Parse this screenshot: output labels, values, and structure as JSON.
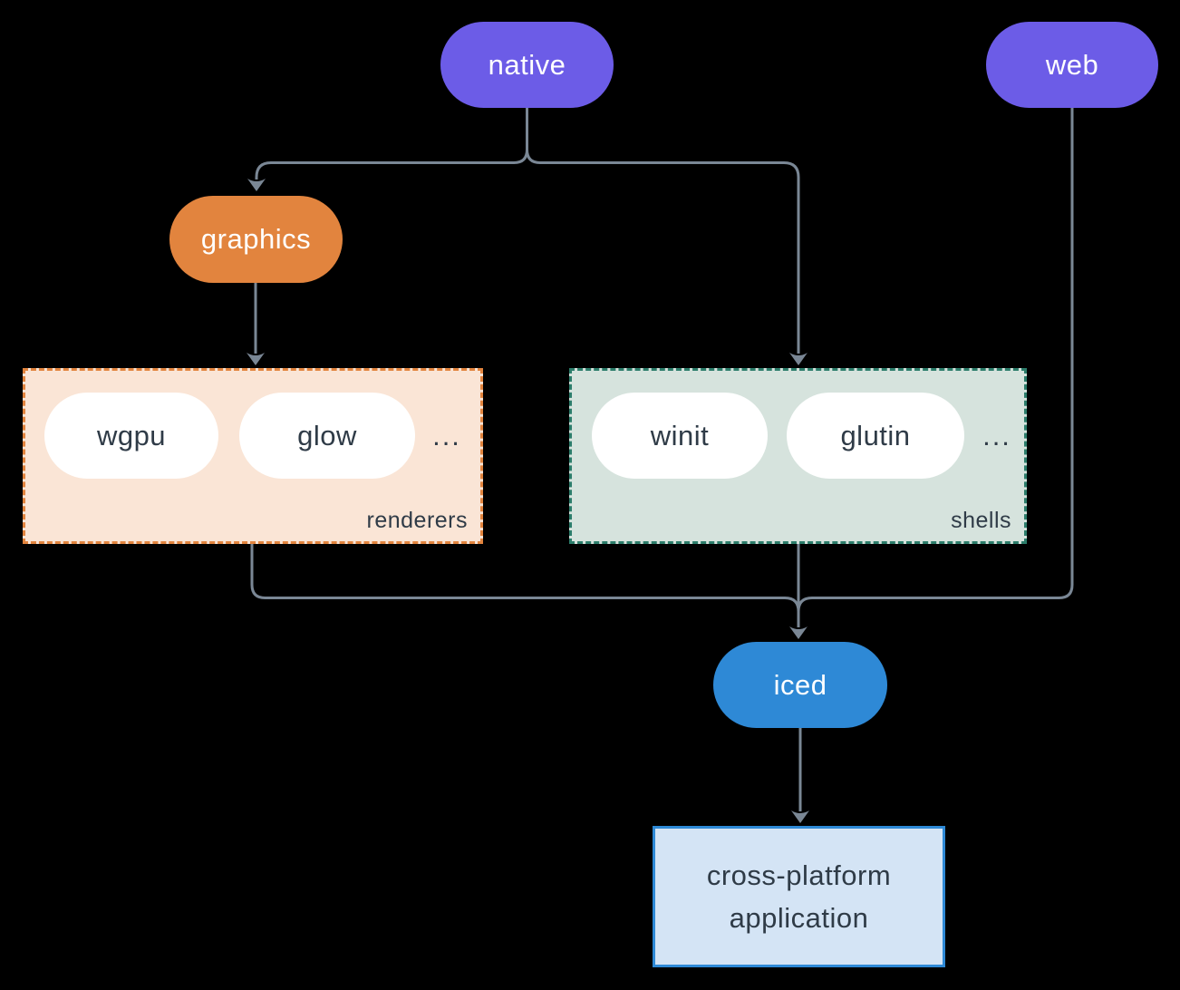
{
  "diagram": {
    "colors": {
      "background": "#000000",
      "connector": "#7A8795",
      "node_purple": "#6C5CE7",
      "node_orange": "#E2843E",
      "node_blue": "#2E89D6",
      "node_text_light": "#FFFFFF",
      "dark_text": "#2F3B47",
      "renderers_bg": "#FAE5D6",
      "renderers_border": "#E2843E",
      "shells_bg": "#D6E3DD",
      "shells_border": "#2C7D6B",
      "app_bg": "#D4E4F5",
      "app_border": "#2E89D6"
    },
    "nodes": {
      "native": {
        "label": "native"
      },
      "web": {
        "label": "web"
      },
      "graphics": {
        "label": "graphics"
      },
      "iced": {
        "label": "iced"
      },
      "application": {
        "line1": "cross-platform",
        "line2": "application"
      }
    },
    "groups": {
      "renderers": {
        "label": "renderers",
        "items": [
          "wgpu",
          "glow"
        ],
        "ellipsis": "..."
      },
      "shells": {
        "label": "shells",
        "items": [
          "winit",
          "glutin"
        ],
        "ellipsis": "..."
      }
    }
  }
}
